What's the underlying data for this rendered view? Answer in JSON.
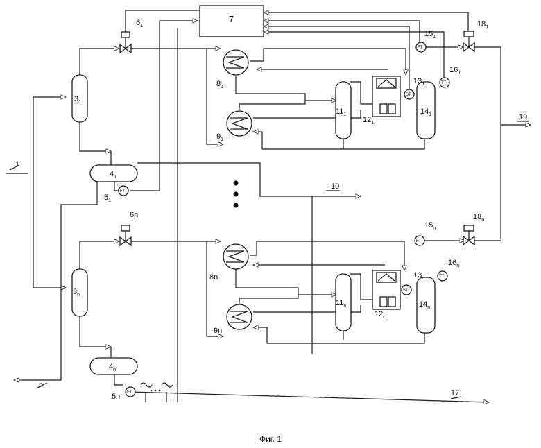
{
  "caption": "Фиг. 1",
  "labels": {
    "l1": "1",
    "l2": "2",
    "l7": "7",
    "l10": "10",
    "l17": "17",
    "l19": "19",
    "l3_1": "3",
    "l3_1s": "1",
    "l4_1": "4",
    "l4_1s": "1",
    "l5_1": "5",
    "l5_1s": "1",
    "l6_1": "6",
    "l6_1s": "1",
    "l8_1": "8",
    "l8_1s": "1",
    "l9_1": "9",
    "l9_1s": "1",
    "l11_1": "11",
    "l11_1s": "1",
    "l12_1": "12",
    "l12_1s": "1",
    "l13_1": "13",
    "l13_1s": "1",
    "l14_1": "14",
    "l14_1s": "1",
    "l15_1": "15",
    "l15_1s": "1",
    "l16_1": "16",
    "l16_1s": "1",
    "l18_1": "18",
    "l18_1s": "1",
    "l3_n": "3",
    "l3_ns": "n",
    "l4_n": "4",
    "l4_ns": "n",
    "l5_n": "5n",
    "l6_n": "6n",
    "l8_n": "8n",
    "l9_n": "9n",
    "l11_n": "11",
    "l11_ns": "n",
    "l12_c": "12",
    "l12_cs": "c",
    "l13_n": "13",
    "l13_ns": "n",
    "l14_n": "14",
    "l14_ns": "n",
    "l15_n": "15",
    "l15_ns": "n",
    "l16_n": "16",
    "l16_ns": "n",
    "l18_n": "18",
    "l18_ns": "n"
  },
  "instruments": {
    "ft": "FT",
    "st": "ST",
    "tt": "TT"
  }
}
